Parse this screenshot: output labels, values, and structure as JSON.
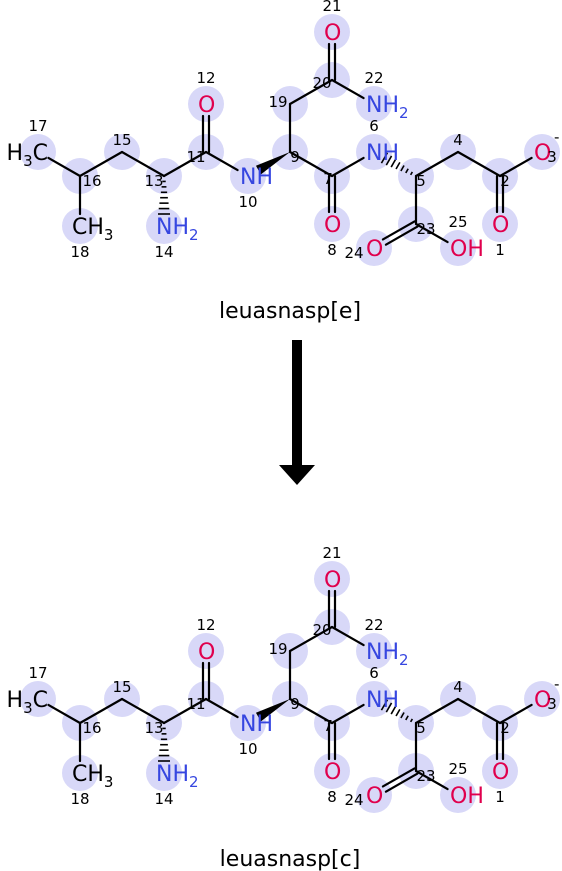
{
  "colors": {
    "O": "#e0004d",
    "N": "#3646e0",
    "C": "#000000",
    "highlight": "#d8d8f8"
  },
  "reactant_name": "leuasnasp[e]",
  "product_name": "leuasnasp[c]",
  "arrow_icon": "down-arrow-icon",
  "atoms": [
    {
      "id": "1",
      "el": "O"
    },
    {
      "id": "2",
      "el": "C"
    },
    {
      "id": "3",
      "el": "O",
      "charge": "-"
    },
    {
      "id": "4",
      "el": "C"
    },
    {
      "id": "5",
      "el": "C"
    },
    {
      "id": "6",
      "el": "N",
      "label": "NH"
    },
    {
      "id": "7",
      "el": "C"
    },
    {
      "id": "8",
      "el": "O"
    },
    {
      "id": "9",
      "el": "C"
    },
    {
      "id": "10",
      "el": "N",
      "label": "NH"
    },
    {
      "id": "11",
      "el": "C"
    },
    {
      "id": "12",
      "el": "O"
    },
    {
      "id": "13",
      "el": "C"
    },
    {
      "id": "14",
      "el": "N",
      "label": "NH2"
    },
    {
      "id": "15",
      "el": "C"
    },
    {
      "id": "16",
      "el": "C"
    },
    {
      "id": "17",
      "el": "C",
      "label": "H3C"
    },
    {
      "id": "18",
      "el": "C",
      "label": "CH3"
    },
    {
      "id": "19",
      "el": "C"
    },
    {
      "id": "20",
      "el": "C"
    },
    {
      "id": "21",
      "el": "O"
    },
    {
      "id": "22",
      "el": "N",
      "label": "NH2"
    },
    {
      "id": "23",
      "el": "C"
    },
    {
      "id": "24",
      "el": "O"
    },
    {
      "id": "25",
      "el": "O",
      "label": "OH"
    }
  ]
}
